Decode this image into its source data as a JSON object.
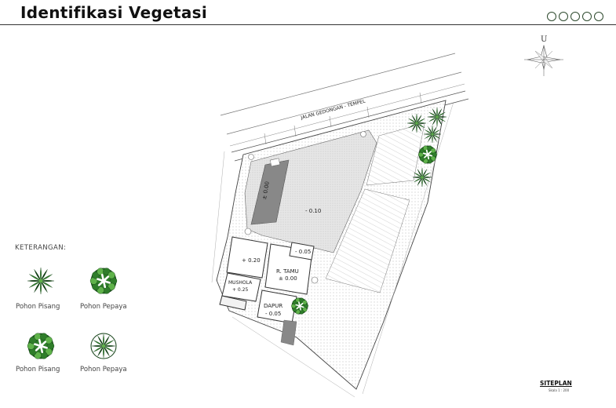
{
  "header": {
    "title": "Identifikasi Vegetasi",
    "indicator_count": 5
  },
  "legend": {
    "title": "KETERANGAN:",
    "items": [
      {
        "label": "Pohon Pisang",
        "icon": "banana-tree-icon"
      },
      {
        "label": "Pohon Pepaya",
        "icon": "papaya-tree-icon"
      },
      {
        "label": "Pohon Pisang",
        "icon": "banana-tree-icon"
      },
      {
        "label": "Pohon Pepaya",
        "icon": "papaya-tree-icon"
      }
    ]
  },
  "compass": {
    "north_label": "U"
  },
  "siteplan": {
    "road_label": "JALAN GEDONGAN - TEMPEL",
    "caption": "SITEPLAN",
    "scale": "Skala 1 : 200",
    "rooms": [
      {
        "name": "",
        "level": "± 0.00"
      },
      {
        "name": "",
        "level": "- 0.10"
      },
      {
        "name": "",
        "level": "+ 0.20"
      },
      {
        "name": "",
        "level": "- 0.05"
      },
      {
        "name": "R. TAMU",
        "level": "± 0.00"
      },
      {
        "name": "MUSHOLA",
        "level": "+ 0.25"
      },
      {
        "name": "DAPUR",
        "level": "- 0.05"
      }
    ]
  },
  "colors": {
    "tree_dark": "#0f3d12",
    "tree_mid": "#2f7d2a",
    "tree_light": "#5fb24a",
    "hatch_grey": "#c8c8c8",
    "line": "#555555"
  }
}
